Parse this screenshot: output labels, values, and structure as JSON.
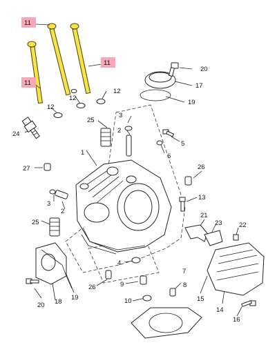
{
  "callouts": {
    "c1": "1",
    "c2a": "2",
    "c2b": "2",
    "c3a": "3",
    "c3b": "3",
    "c4": "4",
    "c5": "5",
    "c6": "6",
    "c7": "7",
    "c8": "8",
    "c9": "9",
    "c10": "10",
    "c11a": "11",
    "c11b": "11",
    "c11c": "11",
    "c12a": "12",
    "c12b": "12",
    "c12c": "12",
    "c12d": "12",
    "c13": "13",
    "c14": "14",
    "c15": "15",
    "c16": "16",
    "c17": "17",
    "c18": "18",
    "c19a": "19",
    "c19b": "19",
    "c20a": "20",
    "c20b": "20",
    "c21": "21",
    "c22": "22",
    "c23": "23",
    "c24": "24",
    "c25a": "25",
    "c25b": "25",
    "c26a": "26",
    "c26b": "26",
    "c27": "27"
  },
  "colors": {
    "bolt_highlight": "#f4e34a",
    "callout_highlight": "#f6a9b5",
    "line": "#222222"
  }
}
